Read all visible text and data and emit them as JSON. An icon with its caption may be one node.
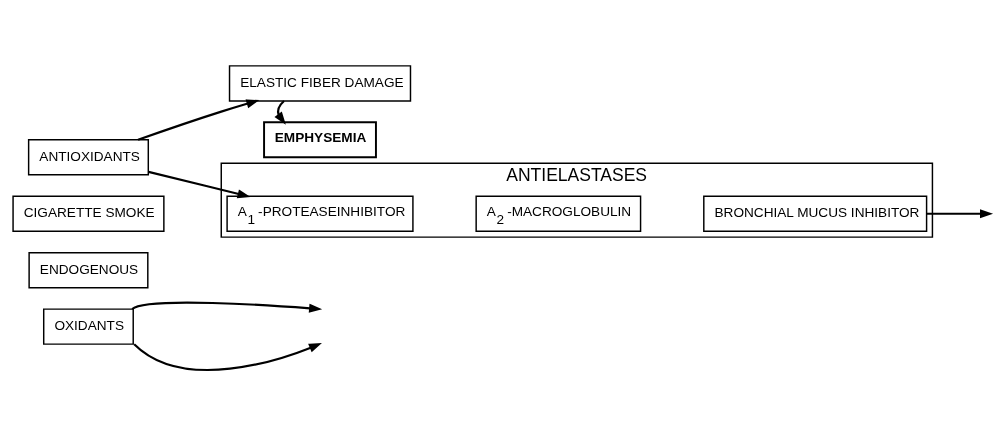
{
  "diagram": {
    "nodes": [
      {
        "text": [
          "OXIDANTS"
        ]
      },
      {
        "text": [
          "ANTIOXIDANTS"
        ]
      },
      {
        "text": [
          "CIGARETTE SMOKE"
        ]
      },
      {
        "text": [
          "ENDOGENOUS"
        ]
      },
      {
        "text": [
          "ANTIELASTASES"
        ]
      },
      {
        "text": [
          "A$_{1}$ -PROTEASEINHIBITOR"
        ],
        "in": 4
      },
      {
        "text": [
          "A$_{2}$ -MACROGLOBULIN"
        ],
        "in": 4
      },
      {
        "text": [
          "BRONCHIAL MUCUS INHIBITOR"
        ],
        "in": 4
      },
      {
        "text": [
          "ELASTIC FIBER DAMAGE"
        ]
      },
      {
        "text": [
          "EMPHYSEMIA"
        ]
      }
    ],
    "edges": [
      {
        "from": 0,
        "to": null,
        "arrow": "to"
      },
      {
        "from": 0,
        "to": null,
        "arrow": "to"
      },
      {
        "from": 1,
        "to": 5,
        "arrow": "to"
      },
      {
        "from": 1,
        "to": 8,
        "arrow": "to"
      },
      {
        "from": 7,
        "to": null,
        "arrow": "to"
      },
      {
        "from": 8,
        "to": 9,
        "arrow": "to"
      }
    ]
  }
}
